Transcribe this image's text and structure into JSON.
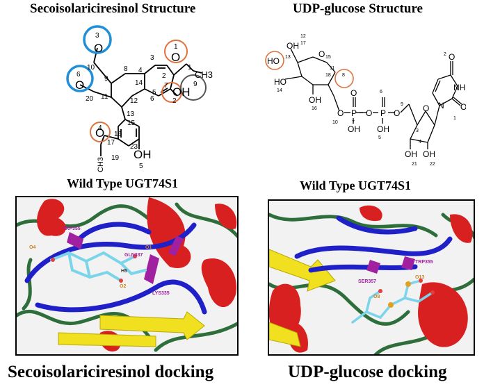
{
  "titles": {
    "secoisolariciresinol_structure": "Secoisolariciresinol Structure",
    "udp_glucose_structure": "UDP-glucose Structure",
    "wild_type_left": "Wild Type UGT74S1",
    "wild_type_right": "Wild Type UGT74S1",
    "seco_docking": "Secoisolariciresinol docking",
    "udp_docking": "UDP-glucose docking"
  },
  "seco_molecule": {
    "atom_labels": [
      "O",
      "O",
      "O",
      "OH",
      "O",
      "OH"
    ],
    "numbers": [
      "3",
      "10",
      "9",
      "8",
      "6",
      "20",
      "11",
      "12",
      "13",
      "14",
      "4",
      "3",
      "2",
      "1",
      "1",
      "5",
      "7",
      "6",
      "9",
      "2",
      "4",
      "17",
      "16",
      "23",
      "19",
      "15",
      "5"
    ],
    "ch3_label": "CH3",
    "ch3_vertical": "CH3"
  },
  "udp_molecule": {
    "atom_labels": [
      "O",
      "HO",
      "OH",
      "HO",
      "OH",
      "O",
      "P",
      "O",
      "P",
      "O",
      "OH",
      "OH",
      "O",
      "OH",
      "OH",
      "O",
      "NH",
      "N",
      "O",
      "O"
    ],
    "numbers": [
      "12",
      "17",
      "13",
      "14",
      "16",
      "15",
      "11",
      "10",
      "18",
      "8",
      "7",
      "6",
      "3",
      "4",
      "5",
      "9",
      "2",
      "1",
      "21",
      "22"
    ]
  },
  "docking_left": {
    "residues": [
      "TRP355",
      "GLN337",
      "LYS335"
    ],
    "atoms": [
      "O4",
      "O1",
      "O2",
      "H5"
    ]
  },
  "docking_right": {
    "residues": [
      "SER357",
      "TRP355"
    ],
    "atoms": [
      "O8",
      "O13"
    ]
  },
  "colors": {
    "blue_circle": "#1e8fd8",
    "orange_circle": "#e0703c",
    "grey_circle": "#555555",
    "helix_red": "#d82020",
    "strand_blue": "#2020c8",
    "sheet_yellow": "#f0e020",
    "coil_green": "#2e6e3a",
    "residue_magenta": "#a020a0"
  }
}
